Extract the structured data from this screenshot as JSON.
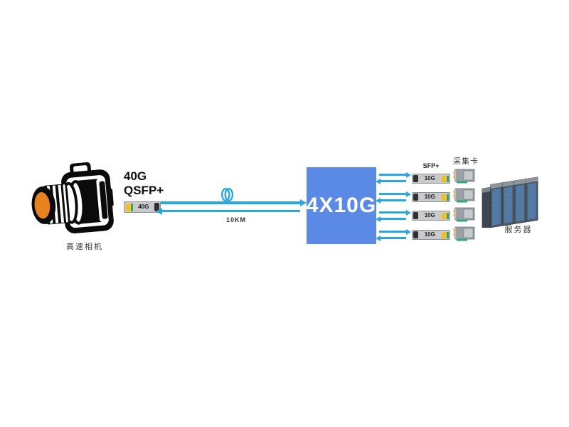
{
  "diagram": {
    "camera": {
      "label": "高速相机"
    },
    "qsfp": {
      "title_line1": "40G",
      "title_line2": "QSFP+",
      "module_label": "40G"
    },
    "fiber": {
      "distance_label": "10KM"
    },
    "converter": {
      "label": "4X10G"
    },
    "sfp": {
      "header": "SFP+",
      "channels": [
        {
          "label": "10G"
        },
        {
          "label": "10G"
        },
        {
          "label": "10G"
        },
        {
          "label": "10G"
        }
      ]
    },
    "capture_card": {
      "label": "采集卡"
    },
    "server": {
      "label": "服务器"
    }
  },
  "colors": {
    "arrow": "#29A7E0",
    "converter-blue": "#5A8AE6",
    "module-body": "#C9CACB",
    "module-border": "#8F9193",
    "module-cap": "#2F3033",
    "indicator-yellow": "#F2C018",
    "indicator-green": "#3FA14B",
    "camera-lens-orange": "#E8821E",
    "server-frame": "#4F5A66",
    "server-front": "#5E87B0",
    "card-connector-green": "#2FA873"
  }
}
